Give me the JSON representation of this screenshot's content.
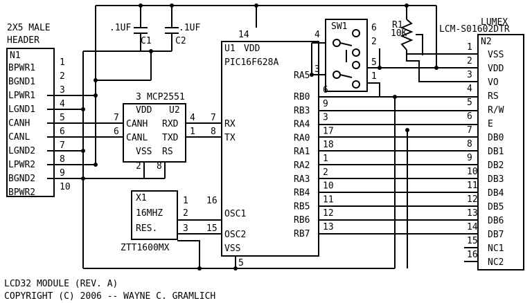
{
  "header": {
    "title1": "2X5 MALE",
    "title2": "HEADER",
    "ref": "N1",
    "pins": [
      {
        "num": "1",
        "label": "BPWR1"
      },
      {
        "num": "2",
        "label": "BGND1"
      },
      {
        "num": "3",
        "label": "LPWR1"
      },
      {
        "num": "4",
        "label": "LGND1"
      },
      {
        "num": "5",
        "label": "CANH"
      },
      {
        "num": "6",
        "label": "CANL"
      },
      {
        "num": "7",
        "label": "LGND2"
      },
      {
        "num": "8",
        "label": "LPWR2"
      },
      {
        "num": "9",
        "label": "BGND2"
      },
      {
        "num": "10",
        "label": "BPWR2"
      }
    ]
  },
  "caps": {
    "c1_value": ".1UF",
    "c1_ref": "C1",
    "c2_value": ".1UF",
    "c2_ref": "C2"
  },
  "u2": {
    "name": "MCP2551",
    "ref": "U2",
    "pin_vdd": "3",
    "vdd": "VDD",
    "canh": "CANH",
    "canl": "CANL",
    "vss": "VSS",
    "rxd": "RXD",
    "txd": "TXD",
    "rs": "RS",
    "pin_canh": "7",
    "pin_canl": "6",
    "pin_rxd": "4",
    "pin_txd": "1",
    "pin_vss": "2",
    "pin_rs": "8"
  },
  "u1": {
    "ref": "U1",
    "vdd": "VDD",
    "name": "PIC16F628A",
    "pin_top": "14",
    "rx_label": "RX",
    "tx_label": "TX",
    "rx_pin": "7",
    "tx_pin": "8",
    "osc1": "OSC1",
    "osc2": "OSC2",
    "osc1_pin": "16",
    "osc2_pin": "15",
    "vss": "VSS",
    "vss_pin": "5",
    "ra5": "RA5",
    "ra5_pin_a": "4",
    "ra5_pin_b": "3",
    "ports": [
      {
        "label": "RB0",
        "pin": "6"
      },
      {
        "label": "RB3",
        "pin": "9"
      },
      {
        "label": "RA4",
        "pin": "3"
      },
      {
        "label": "RA0",
        "pin": "17"
      },
      {
        "label": "RA1",
        "pin": "18"
      },
      {
        "label": "RA2",
        "pin": "1"
      },
      {
        "label": "RA3",
        "pin": "2"
      },
      {
        "label": "RB4",
        "pin": "10"
      },
      {
        "label": "RB5",
        "pin": "11"
      },
      {
        "label": "RB6",
        "pin": "12"
      },
      {
        "label": "RB7",
        "pin": "13"
      }
    ]
  },
  "x1": {
    "ref": "X1",
    "freq": "16MHZ",
    "res": "RES.",
    "part": "ZTT1600MX",
    "pin1": "1",
    "pin2": "2",
    "pin3": "3"
  },
  "sw1": {
    "ref": "SW1",
    "pins": [
      "6",
      "2",
      "5",
      "1"
    ]
  },
  "r1": {
    "ref": "R1",
    "value": "10K"
  },
  "lcd": {
    "title1": "LUMEX",
    "title2": "LCM-S01602DTR",
    "ref": "N2",
    "pins": [
      {
        "num": "1",
        "label": "VSS"
      },
      {
        "num": "2",
        "label": "VDD"
      },
      {
        "num": "3",
        "label": "VO"
      },
      {
        "num": "4",
        "label": "RS"
      },
      {
        "num": "5",
        "label": "R/W"
      },
      {
        "num": "6",
        "label": "E"
      },
      {
        "num": "7",
        "label": "DB0"
      },
      {
        "num": "8",
        "label": "DB1"
      },
      {
        "num": "9",
        "label": "DB2"
      },
      {
        "num": "10",
        "label": "DB3"
      },
      {
        "num": "11",
        "label": "DB4"
      },
      {
        "num": "12",
        "label": "DB5"
      },
      {
        "num": "13",
        "label": "DB6"
      },
      {
        "num": "14",
        "label": "DB7"
      },
      {
        "num": "15",
        "label": "NC1"
      },
      {
        "num": "16",
        "label": "NC2"
      }
    ]
  },
  "footer": {
    "line1": "LCD32 MODULE (REV. A)",
    "line2": "COPYRIGHT (C) 2006 -- WAYNE C. GRAMLICH"
  }
}
